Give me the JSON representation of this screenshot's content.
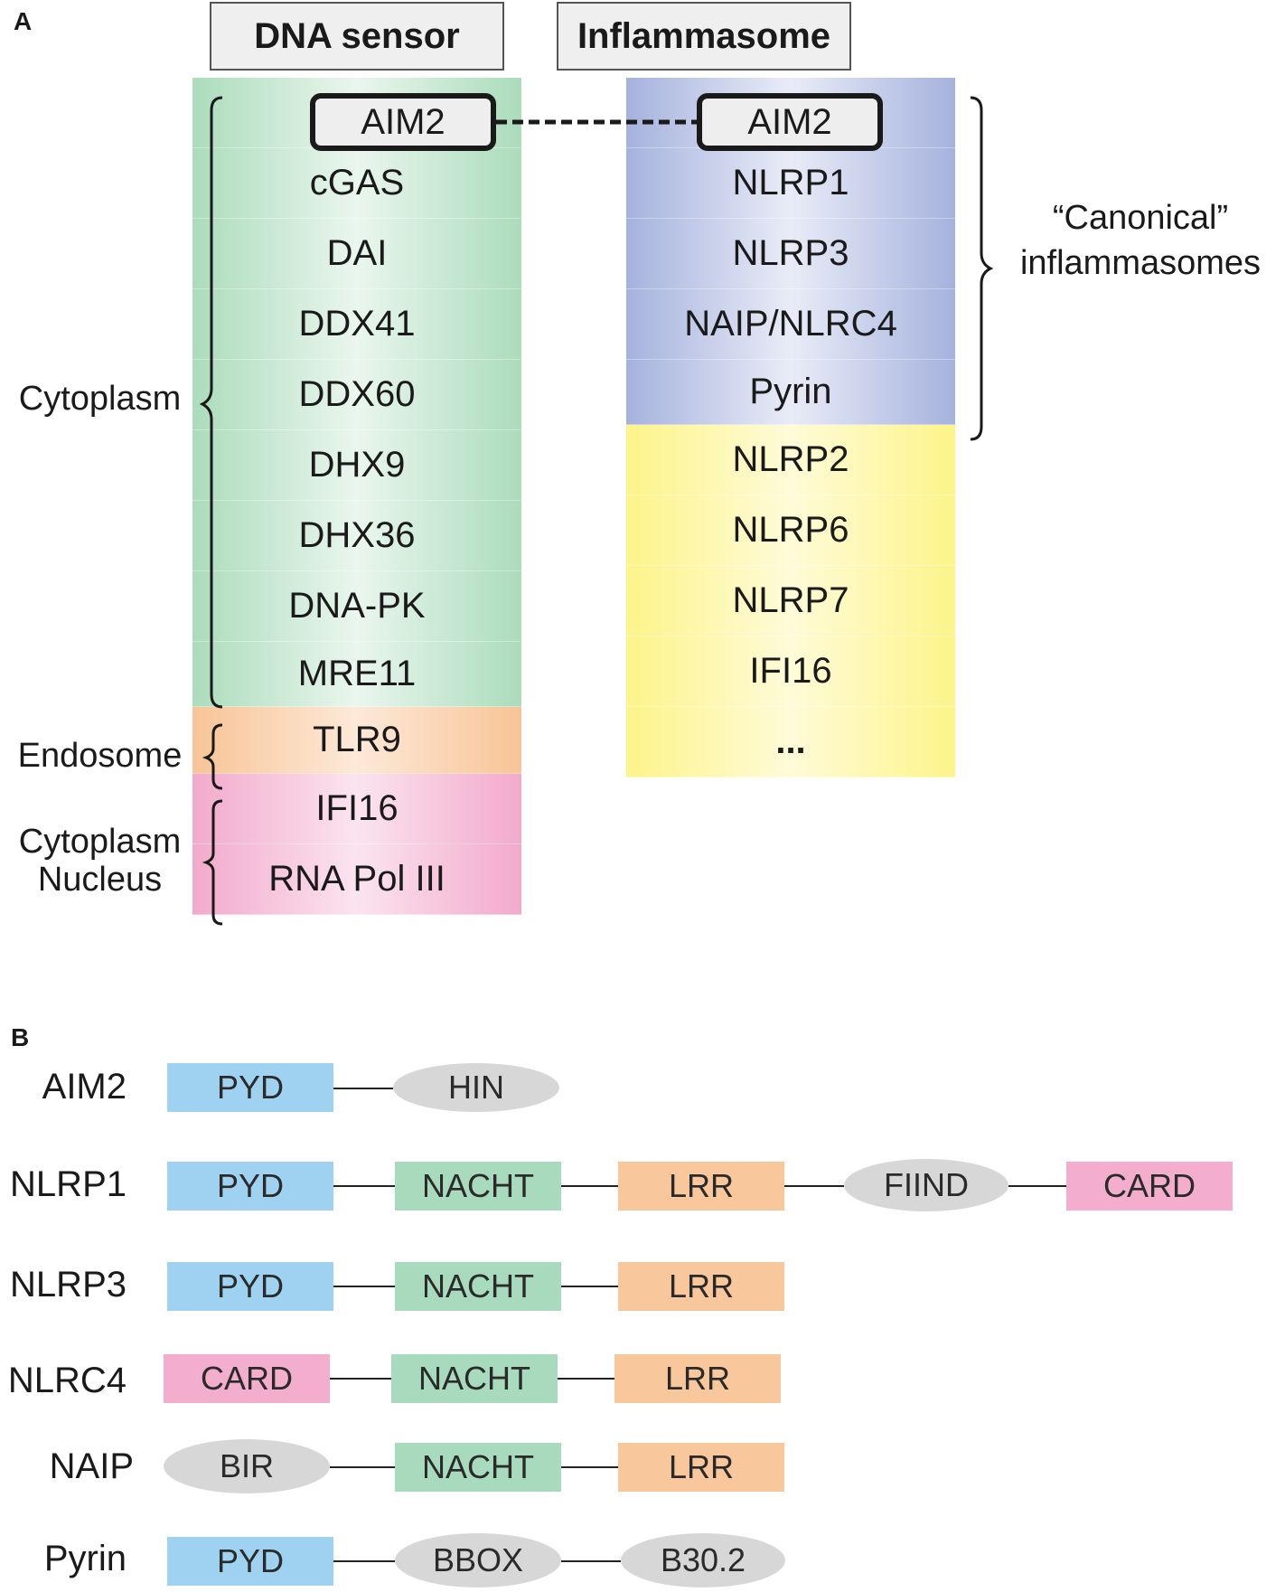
{
  "panel_a": {
    "letter": "A",
    "dna_sensor": {
      "header": "DNA sensor",
      "cells": [
        "AIM2",
        "cGAS",
        "DAI",
        "DDX41",
        "DDX60",
        "DHX9",
        "DHX36",
        "DNA-PK",
        "MRE11",
        "TLR9",
        "IFI16",
        "RNA Pol III"
      ]
    },
    "inflammasome": {
      "header": "Inflammasome",
      "cells": [
        "AIM2",
        "NLRP1",
        "NLRP3",
        "NAIP/NLRC4",
        "Pyrin",
        "NLRP2",
        "NLRP6",
        "NLRP7",
        "IFI16",
        "..."
      ]
    },
    "locations": {
      "cytoplasm": "Cytoplasm",
      "endosome": "Endosome",
      "cytoplasm_nucleus_1": "Cytoplasm",
      "cytoplasm_nucleus_2": "Nucleus"
    },
    "canonical_label_1": "“Canonical”",
    "canonical_label_2": "inflammasomes",
    "colors": {
      "cytoplasm_sensor": "#abdcbb",
      "endosome_sensor": "#f8c496",
      "nuclear_sensor": "#f2aacb",
      "canonical": "#a5b2dd",
      "other": "#fdf48a"
    }
  },
  "panel_b": {
    "letter": "B",
    "proteins": [
      {
        "name": "AIM2",
        "domains": [
          "PYD",
          "HIN"
        ]
      },
      {
        "name": "NLRP1",
        "domains": [
          "PYD",
          "NACHT",
          "LRR",
          "FIIND",
          "CARD"
        ]
      },
      {
        "name": "NLRP3",
        "domains": [
          "PYD",
          "NACHT",
          "LRR"
        ]
      },
      {
        "name": "NLRC4",
        "domains": [
          "CARD",
          "NACHT",
          "LRR"
        ]
      },
      {
        "name": "NAIP",
        "domains": [
          "BIR",
          "NACHT",
          "LRR"
        ]
      },
      {
        "name": "Pyrin",
        "domains": [
          "PYD",
          "BBOX",
          "B30.2"
        ]
      }
    ]
  }
}
